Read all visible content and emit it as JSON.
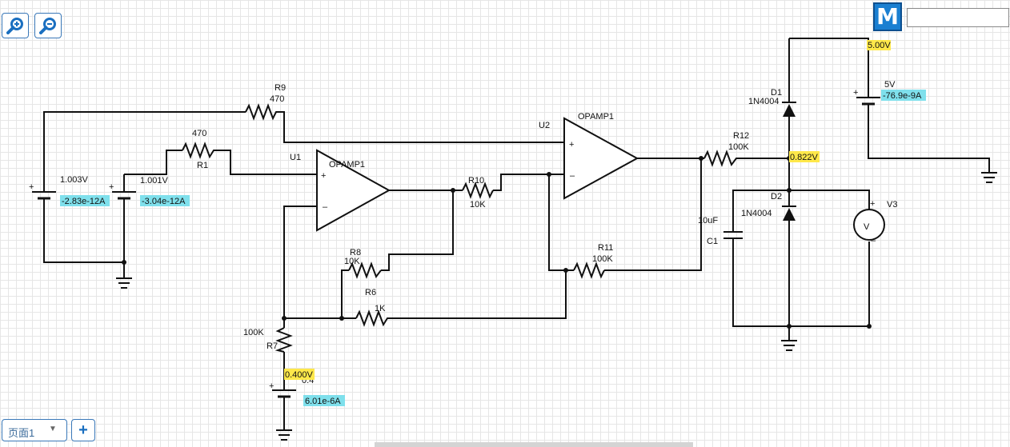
{
  "toolbar": {
    "zoom_in_icon": "zoom-in-icon",
    "zoom_out_icon": "zoom-out-icon",
    "logo_letter": "M",
    "input_value": ""
  },
  "tabs": {
    "page_label": "页面1",
    "add_label": "+"
  },
  "components": {
    "r9": {
      "name": "R9",
      "value": "470"
    },
    "r1": {
      "name": "R1",
      "value": "470"
    },
    "u1": {
      "name": "U1",
      "type": "OPAMP1"
    },
    "u2": {
      "name": "U2",
      "type": "OPAMP1"
    },
    "r10": {
      "name": "R10",
      "value": "10K"
    },
    "r8": {
      "name": "R8",
      "value": "10K"
    },
    "r6": {
      "name": "R6",
      "value": "1K"
    },
    "r7": {
      "name": "R7",
      "value": "100K"
    },
    "r11": {
      "name": "R11",
      "value": "100K"
    },
    "r12": {
      "name": "R12",
      "value": "100K"
    },
    "d1": {
      "name": "D1",
      "model": "1N4004"
    },
    "d2": {
      "name": "D2",
      "model": "1N4004"
    },
    "c1": {
      "name": "C1",
      "value": "10uF"
    },
    "v3": {
      "name": "V3",
      "symbol": "V"
    },
    "src1": {
      "value": "1.003V"
    },
    "src2": {
      "value": "1.001V"
    },
    "src3": {
      "value": "0.4"
    },
    "src5v": {
      "value": "5V"
    }
  },
  "probes": {
    "i_src1": "-2.83e-12A",
    "i_src2": "-3.04e-12A",
    "v_r7": "0.400V",
    "i_src3": "6.01e-6A",
    "v_top": "5.00V",
    "i_5v": "-76.9e-9A",
    "v_out": "0.822V"
  }
}
